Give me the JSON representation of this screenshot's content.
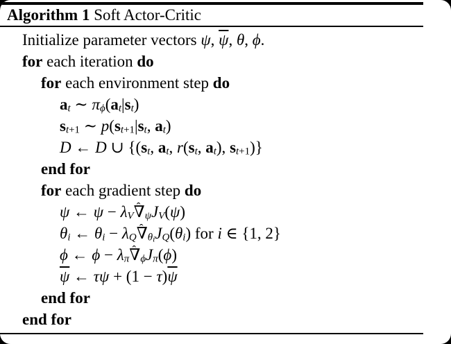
{
  "colors": {
    "background": "#000000",
    "paper": "#ffffff",
    "text": "#000000",
    "rule": "#000000"
  },
  "title": {
    "bold": "Algorithm 1",
    "rest": "Soft Actor-Critic"
  },
  "algorithm": {
    "lines": [
      {
        "indent": 0,
        "tokens": [
          {
            "t": "Initialize parameter vectors ",
            "c": ""
          },
          {
            "t": "ψ",
            "c": "it"
          },
          {
            "t": ", ",
            "c": ""
          },
          {
            "t": "ψ",
            "c": "it ov"
          },
          {
            "t": ", ",
            "c": ""
          },
          {
            "t": "θ",
            "c": "it"
          },
          {
            "t": ", ",
            "c": ""
          },
          {
            "t": "ϕ",
            "c": "it"
          },
          {
            "t": ".",
            "c": ""
          }
        ]
      },
      {
        "indent": 0,
        "tokens": [
          {
            "t": "for",
            "c": "kw"
          },
          {
            "t": " each iteration ",
            "c": ""
          },
          {
            "t": "do",
            "c": "kw"
          }
        ]
      },
      {
        "indent": 1,
        "tokens": [
          {
            "t": "for",
            "c": "kw"
          },
          {
            "t": " each environment step ",
            "c": ""
          },
          {
            "t": "do",
            "c": "kw"
          }
        ]
      },
      {
        "indent": 2,
        "tokens": [
          {
            "t": "a",
            "c": "bfup"
          },
          {
            "t": "t",
            "c": "sub it"
          },
          {
            "t": " ∼ ",
            "c": ""
          },
          {
            "t": "π",
            "c": "it"
          },
          {
            "t": "ϕ",
            "c": "sub it"
          },
          {
            "t": "(",
            "c": ""
          },
          {
            "t": "a",
            "c": "bfup"
          },
          {
            "t": "t",
            "c": "sub it"
          },
          {
            "t": "|",
            "c": ""
          },
          {
            "t": "s",
            "c": "bfup"
          },
          {
            "t": "t",
            "c": "sub it"
          },
          {
            "t": ")",
            "c": ""
          }
        ]
      },
      {
        "indent": 2,
        "tokens": [
          {
            "t": "s",
            "c": "bfup"
          },
          {
            "t": "t",
            "c": "sub it"
          },
          {
            "t": "+1",
            "c": "sub"
          },
          {
            "t": " ∼ ",
            "c": ""
          },
          {
            "t": "p",
            "c": "it"
          },
          {
            "t": "(",
            "c": ""
          },
          {
            "t": "s",
            "c": "bfup"
          },
          {
            "t": "t",
            "c": "sub it"
          },
          {
            "t": "+1",
            "c": "sub"
          },
          {
            "t": "|",
            "c": ""
          },
          {
            "t": "s",
            "c": "bfup"
          },
          {
            "t": "t",
            "c": "sub it"
          },
          {
            "t": ", ",
            "c": ""
          },
          {
            "t": "a",
            "c": "bfup"
          },
          {
            "t": "t",
            "c": "sub it"
          },
          {
            "t": ")",
            "c": ""
          }
        ]
      },
      {
        "indent": 2,
        "tokens": [
          {
            "t": "D",
            "c": "cal"
          },
          {
            "t": " ← ",
            "c": ""
          },
          {
            "t": "D",
            "c": "cal"
          },
          {
            "t": " ∪ {(",
            "c": ""
          },
          {
            "t": "s",
            "c": "bfup"
          },
          {
            "t": "t",
            "c": "sub it"
          },
          {
            "t": ", ",
            "c": ""
          },
          {
            "t": "a",
            "c": "bfup"
          },
          {
            "t": "t",
            "c": "sub it"
          },
          {
            "t": ", ",
            "c": ""
          },
          {
            "t": "r",
            "c": "it"
          },
          {
            "t": "(",
            "c": ""
          },
          {
            "t": "s",
            "c": "bfup"
          },
          {
            "t": "t",
            "c": "sub it"
          },
          {
            "t": ", ",
            "c": ""
          },
          {
            "t": "a",
            "c": "bfup"
          },
          {
            "t": "t",
            "c": "sub it"
          },
          {
            "t": "), ",
            "c": ""
          },
          {
            "t": "s",
            "c": "bfup"
          },
          {
            "t": "t",
            "c": "sub it"
          },
          {
            "t": "+1",
            "c": "sub"
          },
          {
            "t": ")}",
            "c": ""
          }
        ]
      },
      {
        "indent": 1,
        "tokens": [
          {
            "t": "end for",
            "c": "kw"
          }
        ]
      },
      {
        "indent": 1,
        "tokens": [
          {
            "t": "for",
            "c": "kw"
          },
          {
            "t": " each gradient step ",
            "c": ""
          },
          {
            "t": "do",
            "c": "kw"
          }
        ]
      },
      {
        "indent": 2,
        "tokens": [
          {
            "t": "ψ",
            "c": "it"
          },
          {
            "t": " ← ",
            "c": ""
          },
          {
            "t": "ψ",
            "c": "it"
          },
          {
            "t": " − ",
            "c": ""
          },
          {
            "t": "λ",
            "c": "it"
          },
          {
            "t": "V",
            "c": "sub it"
          },
          {
            "t": "∇",
            "c": "nab"
          },
          {
            "t": "ˆ",
            "c": "hat"
          },
          {
            "t": "ψ",
            "c": "sub it"
          },
          {
            "t": "J",
            "c": "it"
          },
          {
            "t": "V",
            "c": "sub it"
          },
          {
            "t": "(",
            "c": ""
          },
          {
            "t": "ψ",
            "c": "it"
          },
          {
            "t": ")",
            "c": ""
          }
        ]
      },
      {
        "indent": 2,
        "tokens": [
          {
            "t": "θ",
            "c": "it"
          },
          {
            "t": "i",
            "c": "sub it"
          },
          {
            "t": " ← ",
            "c": ""
          },
          {
            "t": "θ",
            "c": "it"
          },
          {
            "t": "i",
            "c": "sub it"
          },
          {
            "t": " − ",
            "c": ""
          },
          {
            "t": "λ",
            "c": "it"
          },
          {
            "t": "Q",
            "c": "sub it"
          },
          {
            "t": "∇",
            "c": "nab"
          },
          {
            "t": "ˆ",
            "c": "hat"
          },
          {
            "t": "θ",
            "c": "sub it"
          },
          {
            "t": "i",
            "c": "sub2 it"
          },
          {
            "t": "J",
            "c": "it"
          },
          {
            "t": "Q",
            "c": "sub it"
          },
          {
            "t": "(",
            "c": ""
          },
          {
            "t": "θ",
            "c": "it"
          },
          {
            "t": "i",
            "c": "sub it"
          },
          {
            "t": ") for ",
            "c": ""
          },
          {
            "t": "i",
            "c": "it"
          },
          {
            "t": " ∈ {1, 2}",
            "c": ""
          }
        ]
      },
      {
        "indent": 2,
        "tokens": [
          {
            "t": "ϕ",
            "c": "it"
          },
          {
            "t": " ← ",
            "c": ""
          },
          {
            "t": "ϕ",
            "c": "it"
          },
          {
            "t": " − ",
            "c": ""
          },
          {
            "t": "λ",
            "c": "it"
          },
          {
            "t": "π",
            "c": "sub it"
          },
          {
            "t": "∇",
            "c": "nab"
          },
          {
            "t": "ˆ",
            "c": "hat"
          },
          {
            "t": "ϕ",
            "c": "sub it"
          },
          {
            "t": "J",
            "c": "it"
          },
          {
            "t": "π",
            "c": "sub it"
          },
          {
            "t": "(",
            "c": ""
          },
          {
            "t": "ϕ",
            "c": "it"
          },
          {
            "t": ")",
            "c": ""
          }
        ]
      },
      {
        "indent": 2,
        "tokens": [
          {
            "t": "ψ",
            "c": "it ov"
          },
          {
            "t": " ← ",
            "c": ""
          },
          {
            "t": "τ",
            "c": "it"
          },
          {
            "t": "ψ",
            "c": "it"
          },
          {
            "t": " + (1 − ",
            "c": ""
          },
          {
            "t": "τ",
            "c": "it"
          },
          {
            "t": ")",
            "c": ""
          },
          {
            "t": "ψ",
            "c": "it ov"
          }
        ]
      },
      {
        "indent": 1,
        "tokens": [
          {
            "t": "end for",
            "c": "kw"
          }
        ]
      },
      {
        "indent": 0,
        "tokens": [
          {
            "t": "end for",
            "c": "kw"
          }
        ]
      }
    ]
  }
}
